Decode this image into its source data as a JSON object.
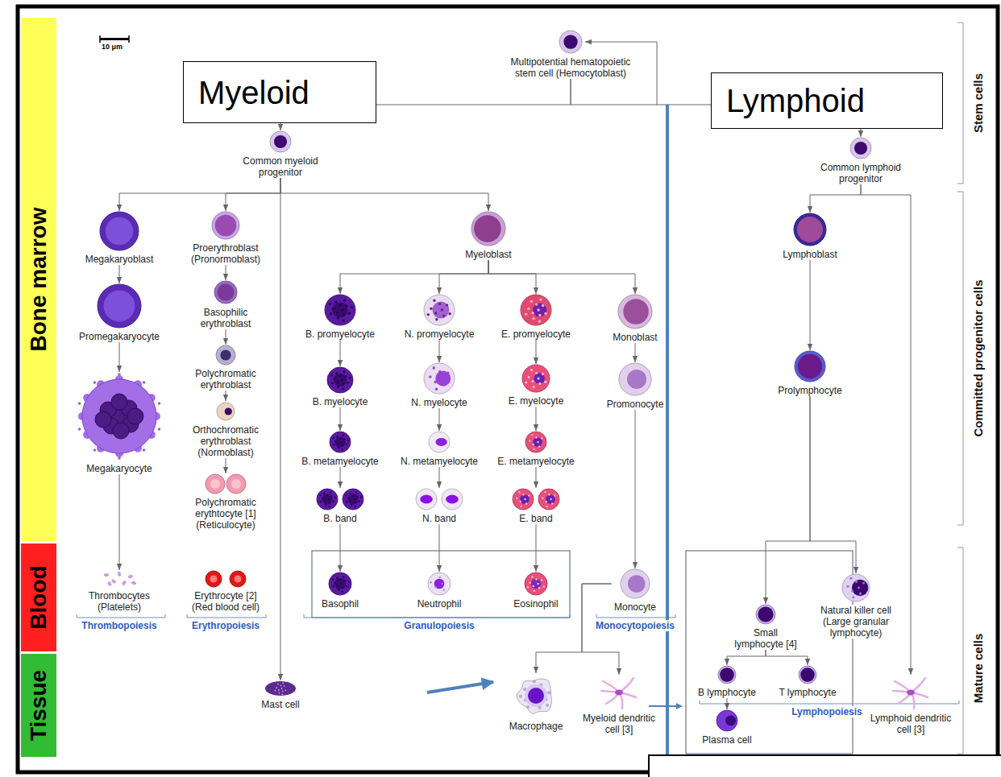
{
  "diagram": {
    "nodes": [
      {
        "text": [
          "Bone marrow"
        ]
      },
      {
        "text": [
          "Blood"
        ]
      },
      {
        "text": [
          "Tissue"
        ]
      },
      {
        "text": [
          "Myeloid"
        ]
      },
      {
        "text": [
          "Multipotential hematopoietic stem cell (Hemocytoblast)"
        ]
      },
      {
        "text": [
          "Lymphoid"
        ]
      },
      {
        "text": [
          "Common myeloid progenitor"
        ]
      },
      {
        "text": [
          "Common lymphoid progenitor"
        ]
      },
      {
        "text": [
          "Megakaryoblast"
        ]
      },
      {
        "text": [
          "Proerythroblast (Pronormoblast)"
        ]
      },
      {
        "text": [
          "Myeloblast"
        ]
      },
      {
        "text": [
          "Lymphoblast"
        ]
      },
      {
        "text": [
          "Basophilic erythroblast"
        ]
      },
      {
        "text": [
          "B. promyelocyte"
        ]
      },
      {
        "text": [
          "N. promyelocyte"
        ]
      },
      {
        "text": [
          "E. promyelocyte"
        ]
      },
      {
        "text": [
          "Monoblast"
        ]
      },
      {
        "text": [
          "Promegakaryocyte"
        ]
      },
      {
        "text": [
          "Polychromatic erythroblast"
        ]
      },
      {
        "text": [
          "Prolymphocyte"
        ]
      },
      {
        "text": [
          "B. myelocyte"
        ]
      },
      {
        "text": [
          "N. myelocyte"
        ]
      },
      {
        "text": [
          "E. myelocyte"
        ]
      },
      {
        "text": [
          "Promonocyte"
        ]
      },
      {
        "text": [
          "Megakaryocyte"
        ]
      },
      {
        "text": [
          "Orthochromatic erythroblast (Normoblast)"
        ]
      },
      {
        "text": [
          "B. metamyelocyte"
        ]
      },
      {
        "text": [
          "N. metamyelocyte"
        ]
      },
      {
        "text": [
          "E. metamyelocyte"
        ]
      },
      {
        "text": [
          "Polychromatic erythtocyte [1] (Reticulocyte)"
        ]
      },
      {
        "text": [
          "B. band"
        ]
      },
      {
        "text": [
          "N. band"
        ]
      },
      {
        "text": [
          "E. band"
        ]
      },
      {
        "text": [
          "Thrombocytes (Platelets)"
        ]
      },
      {
        "text": [
          "Erythrocyte [2] (Red blood cell)"
        ]
      },
      {
        "text": [
          "Basophil"
        ]
      },
      {
        "text": [
          "Neutrophil"
        ]
      },
      {
        "text": [
          "Eosinophil"
        ]
      },
      {
        "text": [
          "Monocyte"
        ]
      },
      {
        "text": [
          "Natural killer cell (Large granular lymphocyte)"
        ]
      },
      {
        "text": [
          "Small lymphocyte [4]"
        ]
      },
      {
        "text": [
          "B lymphocyte"
        ]
      },
      {
        "text": [
          "T lymphocyte"
        ]
      },
      {
        "text": [
          "Mast cell"
        ]
      },
      {
        "text": [
          "Macrophage"
        ]
      },
      {
        "text": [
          "Myeloid dendritic cell [3]"
        ]
      },
      {
        "text": [
          "Plasma cell"
        ]
      },
      {
        "text": [
          "Lymphoid dendritic cell [3]"
        ]
      }
    ],
    "edges": [
      {
        "from": 4,
        "to": 6,
        "arrow": "to"
      },
      {
        "from": 4,
        "to": 7,
        "arrow": "to"
      },
      {
        "from": 6,
        "to": 8,
        "arrow": "to"
      },
      {
        "from": 6,
        "to": 9,
        "arrow": "to"
      },
      {
        "from": 6,
        "to": 10,
        "arrow": "to"
      },
      {
        "from": 6,
        "to": 43,
        "arrow": "to"
      },
      {
        "from": 8,
        "to": 17,
        "arrow": "to"
      },
      {
        "from": 17,
        "to": 24,
        "arrow": "to"
      },
      {
        "from": 24,
        "to": 33,
        "arrow": "to"
      },
      {
        "from": 9,
        "to": 12,
        "arrow": "to"
      },
      {
        "from": 12,
        "to": 18,
        "arrow": "to"
      },
      {
        "from": 18,
        "to": 25,
        "arrow": "to"
      },
      {
        "from": 25,
        "to": 29,
        "arrow": "to"
      },
      {
        "from": 10,
        "to": 13,
        "arrow": "to"
      },
      {
        "from": 10,
        "to": 14,
        "arrow": "to"
      },
      {
        "from": 10,
        "to": 15,
        "arrow": "to"
      },
      {
        "from": 10,
        "to": 16,
        "arrow": "to"
      },
      {
        "from": 13,
        "to": 20,
        "arrow": "to"
      },
      {
        "from": 20,
        "to": 26,
        "arrow": "to"
      },
      {
        "from": 26,
        "to": 30,
        "arrow": "to"
      },
      {
        "from": 30,
        "to": 35,
        "arrow": "to"
      },
      {
        "from": 14,
        "to": 21,
        "arrow": "to"
      },
      {
        "from": 21,
        "to": 27,
        "arrow": "to"
      },
      {
        "from": 27,
        "to": 31,
        "arrow": "to"
      },
      {
        "from": 31,
        "to": 36,
        "arrow": "to"
      },
      {
        "from": 15,
        "to": 22,
        "arrow": "to"
      },
      {
        "from": 22,
        "to": 28,
        "arrow": "to"
      },
      {
        "from": 28,
        "to": 32,
        "arrow": "to"
      },
      {
        "from": 32,
        "to": 37,
        "arrow": "to"
      },
      {
        "from": 16,
        "to": 23,
        "arrow": "to"
      },
      {
        "from": 23,
        "to": 38,
        "arrow": "to"
      },
      {
        "from": 38,
        "to": 44,
        "arrow": "to"
      },
      {
        "from": 38,
        "to": 45,
        "arrow": "to"
      },
      {
        "from": 7,
        "to": 11,
        "arrow": "to"
      },
      {
        "from": 7,
        "to": 47,
        "arrow": "to"
      },
      {
        "from": 11,
        "to": 19,
        "arrow": "to"
      },
      {
        "from": 19,
        "to": 40,
        "arrow": "to"
      },
      {
        "from": 19,
        "to": 39,
        "arrow": "to"
      },
      {
        "from": 40,
        "to": 41,
        "arrow": "to"
      },
      {
        "from": 40,
        "to": 42,
        "arrow": "to"
      },
      {
        "from": 41,
        "to": 46,
        "arrow": "to"
      }
    ],
    "labels": [
      "10 μm",
      "Stem cells",
      "Committed progenitor cells",
      "Mature cells",
      "Thrombopoiesis",
      "Erythropoiesis",
      "Granulopoiesis",
      "Monocytopoiesis",
      "Lymphopoiesis"
    ]
  }
}
